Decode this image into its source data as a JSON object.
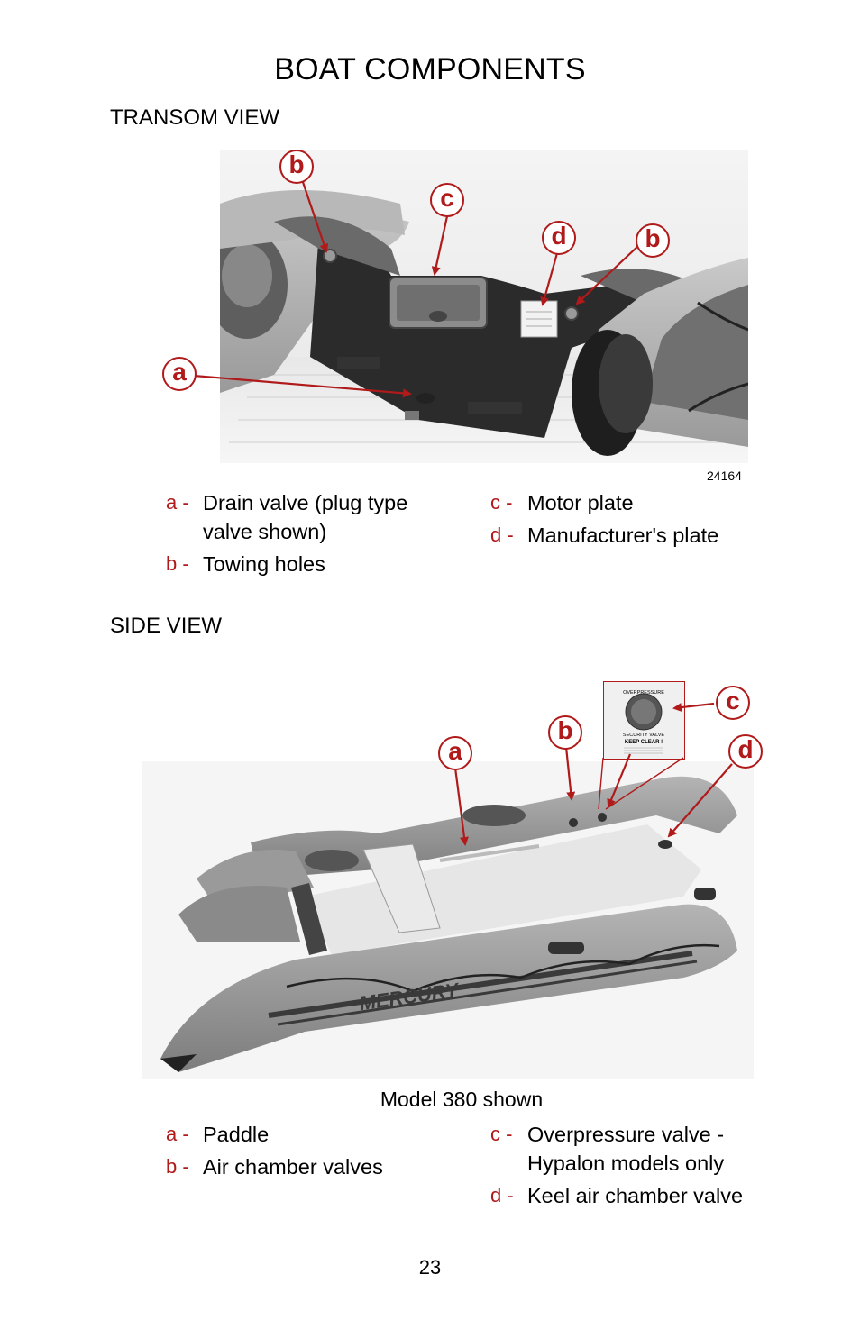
{
  "page": {
    "title": "BOAT COMPONENTS",
    "page_number": "23"
  },
  "transom": {
    "heading": "TRANSOM VIEW",
    "figure_number": "24164",
    "callouts": [
      "b",
      "c",
      "d",
      "b",
      "a"
    ],
    "legend_left": [
      {
        "key": "a -",
        "text": "Drain valve (plug type valve shown)"
      },
      {
        "key": "b -",
        "text": "Towing holes"
      }
    ],
    "legend_right": [
      {
        "key": "c -",
        "text": "Motor plate"
      },
      {
        "key": "d -",
        "text": "Manufacturer's plate"
      }
    ]
  },
  "side": {
    "heading": "SIDE VIEW",
    "caption": "Model 380 shown",
    "callouts": [
      "a",
      "b",
      "c",
      "d"
    ],
    "valve_label": {
      "ring_top": "OVERPRESSURE",
      "ring_bottom": "SECURITY VALVE",
      "keep_clear": "KEEP CLEAR !"
    },
    "brand_on_hull": "MERCURY",
    "legend_left": [
      {
        "key": "a -",
        "text": "Paddle"
      },
      {
        "key": "b -",
        "text": "Air chamber valves"
      }
    ],
    "legend_right": [
      {
        "key": "c -",
        "text": "Overpressure valve - Hypalon models only"
      },
      {
        "key": "d -",
        "text": "Keel air chamber valve"
      }
    ]
  },
  "colors": {
    "accent_red": "#b01a1a"
  }
}
